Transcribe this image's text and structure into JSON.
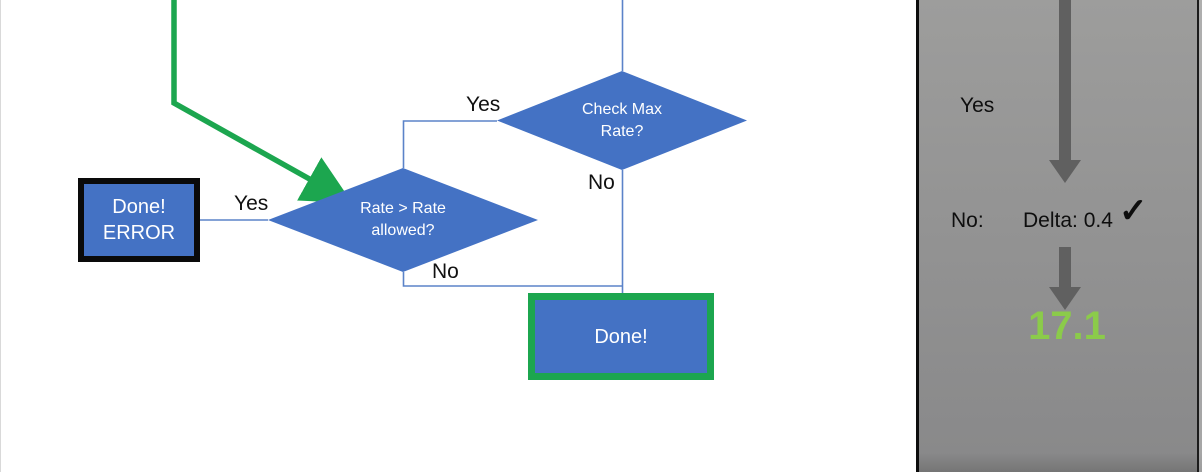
{
  "colors": {
    "shape_blue": "#4472C4",
    "connector_blue": "#5B83C9",
    "flow_green": "#1CA64F",
    "result_green": "#8BCB4A",
    "arrow_gray": "#606060",
    "panel_gray": "#939392"
  },
  "flowchart": {
    "check_max_diamond": {
      "label": "Check Max\nRate?"
    },
    "rate_allowed_diamond": {
      "label": "Rate > Rate\nallowed?"
    },
    "done_error_box": {
      "label": "Done!\nERROR"
    },
    "done_box": {
      "label": "Done!"
    },
    "edge_labels": {
      "check_max_yes": "Yes",
      "check_max_no": "No",
      "rate_allowed_yes": "Yes",
      "rate_allowed_no": "No"
    }
  },
  "side_panel": {
    "yes_label": "Yes",
    "no_prefix": "No:",
    "delta_value": "Delta: 0.4",
    "check_icon": "✓",
    "result_value": "17.1"
  }
}
